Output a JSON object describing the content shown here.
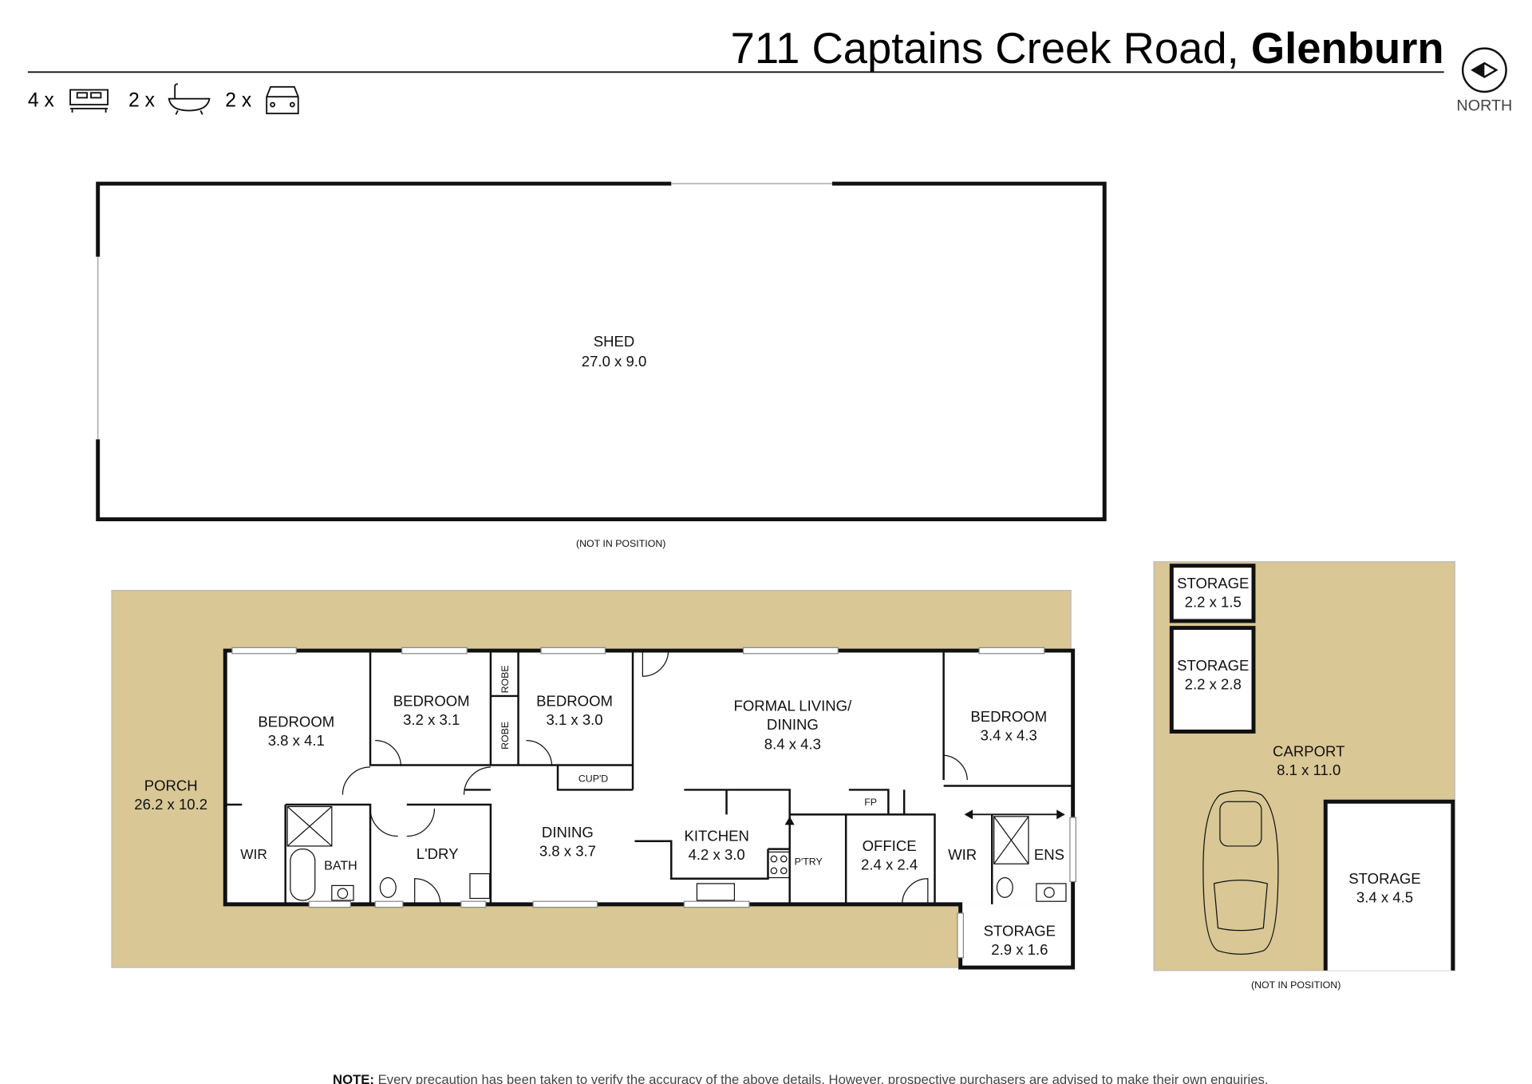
{
  "header": {
    "address": "711 Captains Creek Road, ",
    "suburb": "Glenburn",
    "north_label": "NORTH"
  },
  "features": [
    {
      "count": "4 x",
      "icon": "bed-icon"
    },
    {
      "count": "2 x",
      "icon": "bath-icon"
    },
    {
      "count": "2 x",
      "icon": "car-icon"
    }
  ],
  "shed": {
    "name": "SHED",
    "size": "27.0 x 9.0",
    "note": "(NOT IN POSITION)"
  },
  "rooms": {
    "porch": {
      "name": "PORCH",
      "size": "26.2 x 10.2"
    },
    "bed1": {
      "name": "BEDROOM",
      "size": "3.8 x 4.1"
    },
    "bed2": {
      "name": "BEDROOM",
      "size": "3.2 x 3.1"
    },
    "bed3": {
      "name": "BEDROOM",
      "size": "3.1 x 3.0"
    },
    "robe": "ROBE",
    "living": {
      "name1": "FORMAL LIVING/",
      "name2": "DINING",
      "size": "8.4 x 4.3"
    },
    "bed4": {
      "name": "BEDROOM",
      "size": "3.4 x 4.3"
    },
    "cupd": "CUP'D",
    "fp": "FP",
    "wir": "WIR",
    "bath": "BATH",
    "ldry": "L'DRY",
    "dining": {
      "name": "DINING",
      "size": "3.8 x 3.7"
    },
    "kitchen": {
      "name": "KITCHEN",
      "size": "4.2 x 3.0"
    },
    "ptry": "P'TRY",
    "office": {
      "name": "OFFICE",
      "size": "2.4 x 2.4"
    },
    "ens": "ENS",
    "storage_house": {
      "name": "STORAGE",
      "size": "2.9 x 1.6"
    }
  },
  "carport": {
    "name": "CARPORT",
    "size": "8.1 x 11.0",
    "storage1": {
      "name": "STORAGE",
      "size": "2.2 x 1.5"
    },
    "storage2": {
      "name": "STORAGE",
      "size": "2.2 x 2.8"
    },
    "storage3": {
      "name": "STORAGE",
      "size": "3.4 x 4.5"
    },
    "note": "(NOT IN POSITION)"
  },
  "footer": {
    "note_label": "NOTE:",
    "note_text": " Every precaution has been taken to verify the accuracy of the above details. However, prospective purchasers are advised to make their own enquiries."
  },
  "colors": {
    "outdoor": "#d9c795",
    "wall": "#111111"
  }
}
